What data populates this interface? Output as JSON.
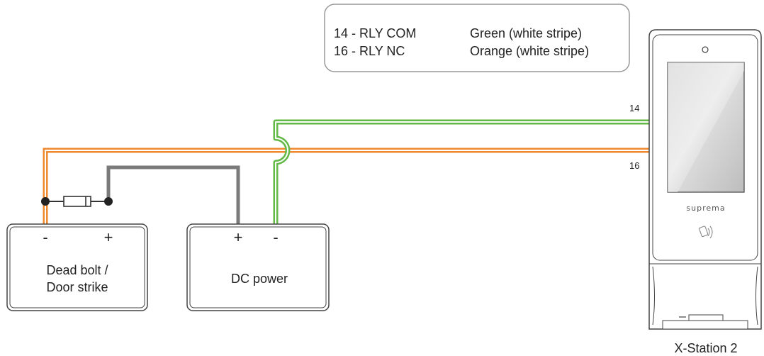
{
  "legend": {
    "rows": [
      {
        "pin": "14 - RLY COM",
        "color": "Green (white stripe)"
      },
      {
        "pin": "16 - RLY NC",
        "color": "Orange (white stripe)"
      }
    ]
  },
  "pins": {
    "pin14": "14",
    "pin16": "16"
  },
  "deadbolt": {
    "minus": "-",
    "plus": "+",
    "line1": "Dead bolt /",
    "line2": "Door strike"
  },
  "dcpower": {
    "plus": "+",
    "minus": "-",
    "label": "DC power"
  },
  "device": {
    "brand": "suprema",
    "name": "X-Station 2"
  },
  "colors": {
    "green_wire": "#62b946",
    "orange_wire": "#ee8a2d",
    "gray_wire": "#7a7a7a",
    "outline": "#444444"
  },
  "icons": [
    "nfc-icon",
    "diode-icon",
    "camera-icon"
  ]
}
